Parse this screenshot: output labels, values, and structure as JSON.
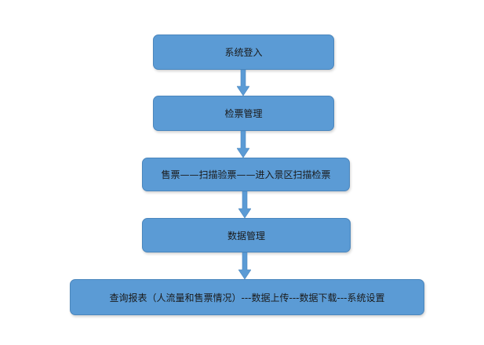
{
  "flow": {
    "steps": [
      {
        "label": "系统登入"
      },
      {
        "label": "检票管理"
      },
      {
        "label": "售票——扫描验票——进入景区扫描检票"
      },
      {
        "label": "数据管理"
      },
      {
        "label": "查询报表（人流量和售票情况）---数据上传---数据下载---系统设置"
      }
    ]
  },
  "colors": {
    "box_fill": "#5b9bd5",
    "box_border": "#4a86bd",
    "arrow_fill": "#5b9bd5"
  }
}
